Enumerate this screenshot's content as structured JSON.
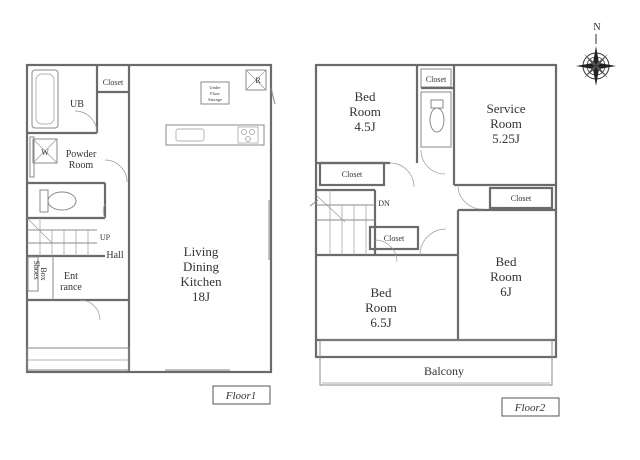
{
  "floor1": {
    "tag": "Floor1",
    "rooms": {
      "ub": "UB",
      "closet": "Closet",
      "powder_line1": "Powder",
      "powder_line2": "Room",
      "washer": "W",
      "up": "UP",
      "hall": "Hall",
      "shoes_line1": "Shoes",
      "shoes_line2": "Box",
      "entrance_line1": "Ent",
      "entrance_line2": "rance",
      "ldk_line1": "Living",
      "ldk_line2": "Dining",
      "ldk_line3": "Kitchen",
      "ldk_size": "18J",
      "fridge": "R",
      "storage_line1": "Under",
      "storage_line2": "Floor",
      "storage_line3": "Storage"
    }
  },
  "floor2": {
    "tag": "Floor2",
    "north": "N",
    "rooms": {
      "bed1_line1": "Bed",
      "bed1_line2": "Room",
      "bed1_size": "4.5J",
      "closet_top": "Closet",
      "service_line1": "Service",
      "service_line2": "Room",
      "service_size": "5.25J",
      "closet_left": "Closet",
      "closet_right": "Closet",
      "dn": "DN",
      "closet_mid": "Closet",
      "bed2_line1": "Bed",
      "bed2_line2": "Room",
      "bed2_size": "6J",
      "bed3_line1": "Bed",
      "bed3_line2": "Room",
      "bed3_size": "6.5J",
      "balcony": "Balcony"
    }
  }
}
